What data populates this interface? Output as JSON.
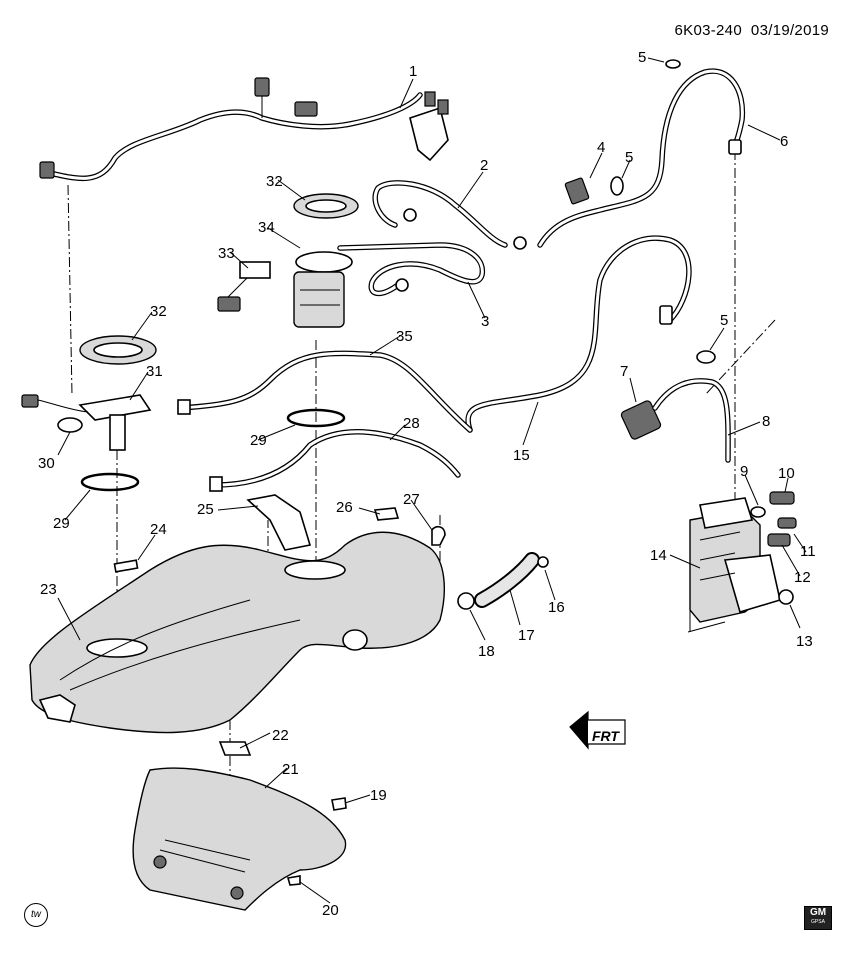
{
  "header": {
    "doc_id": "6K03-240",
    "doc_date": "03/19/2019"
  },
  "callouts": [
    "1",
    "2",
    "3",
    "4",
    "5",
    "5",
    "5",
    "6",
    "7",
    "8",
    "9",
    "10",
    "11",
    "12",
    "13",
    "14",
    "15",
    "16",
    "17",
    "18",
    "19",
    "20",
    "21",
    "22",
    "23",
    "24",
    "25",
    "26",
    "27",
    "28",
    "29",
    "29",
    "30",
    "31",
    "32",
    "32",
    "33",
    "34",
    "35"
  ],
  "badges": {
    "tw": "tw",
    "brand": "GM",
    "brand_sub": "GPSA"
  },
  "front_arrow": {
    "label": "FRT"
  },
  "colors": {
    "line": "#000000",
    "shade": "#d9d9d9",
    "dark": "#6b6b6b"
  }
}
